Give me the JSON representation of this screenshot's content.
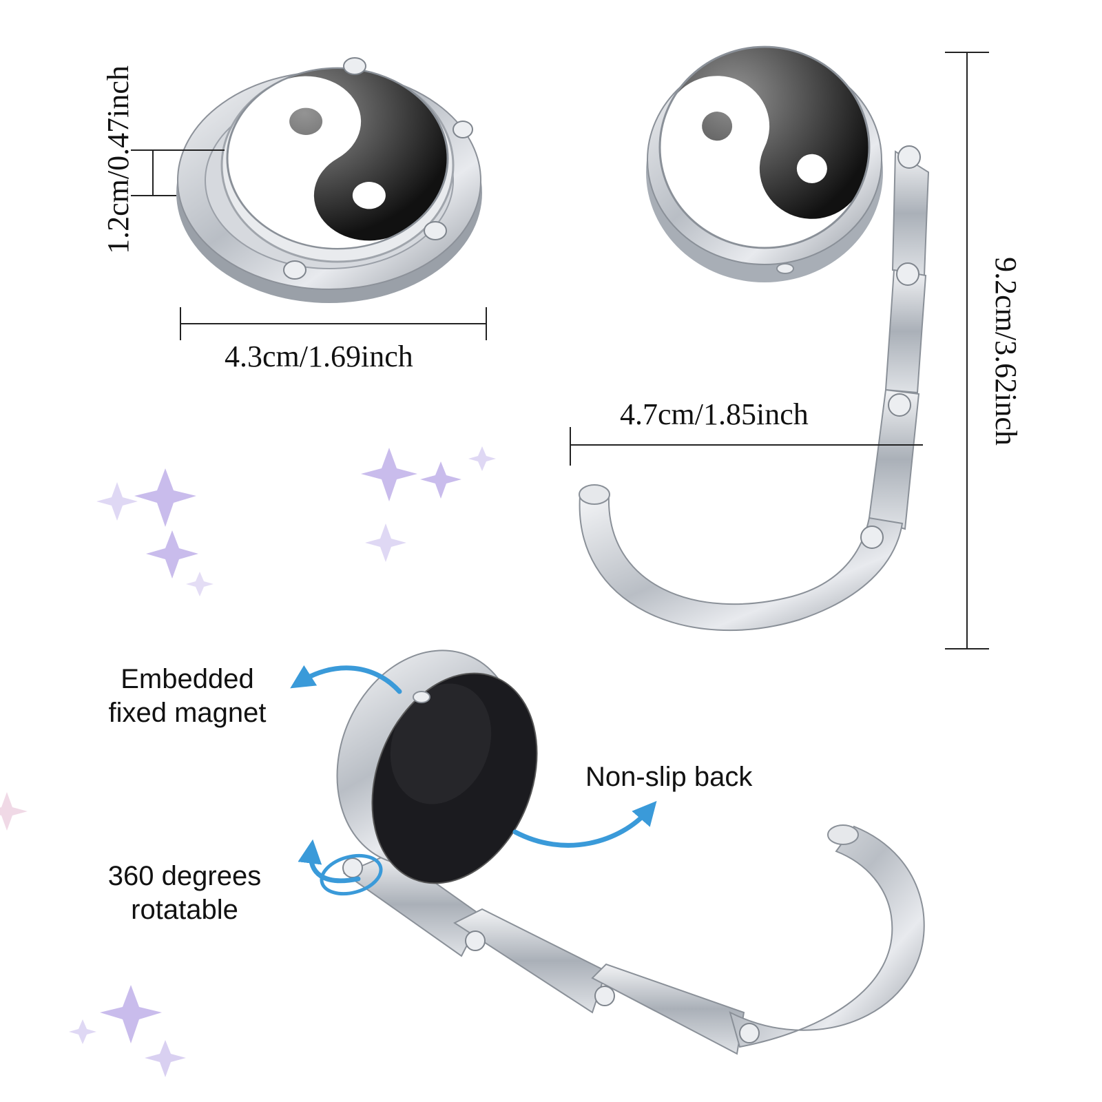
{
  "dimensions": {
    "head_width": "4.3cm/1.69inch",
    "head_thickness": "1.2cm/0.47inch",
    "hook_width": "4.7cm/1.85inch",
    "total_length": "9.2cm/3.62inch"
  },
  "annotations": {
    "magnet_line1": "Embedded",
    "magnet_line2": "fixed magnet",
    "back": "Non-slip back",
    "rotate_line1": "360 degrees",
    "rotate_line2": "rotatable"
  },
  "colors": {
    "arrow": "#3a9ad9",
    "metal": "#c8ccd2",
    "sparkle": "#b7a6e6"
  }
}
